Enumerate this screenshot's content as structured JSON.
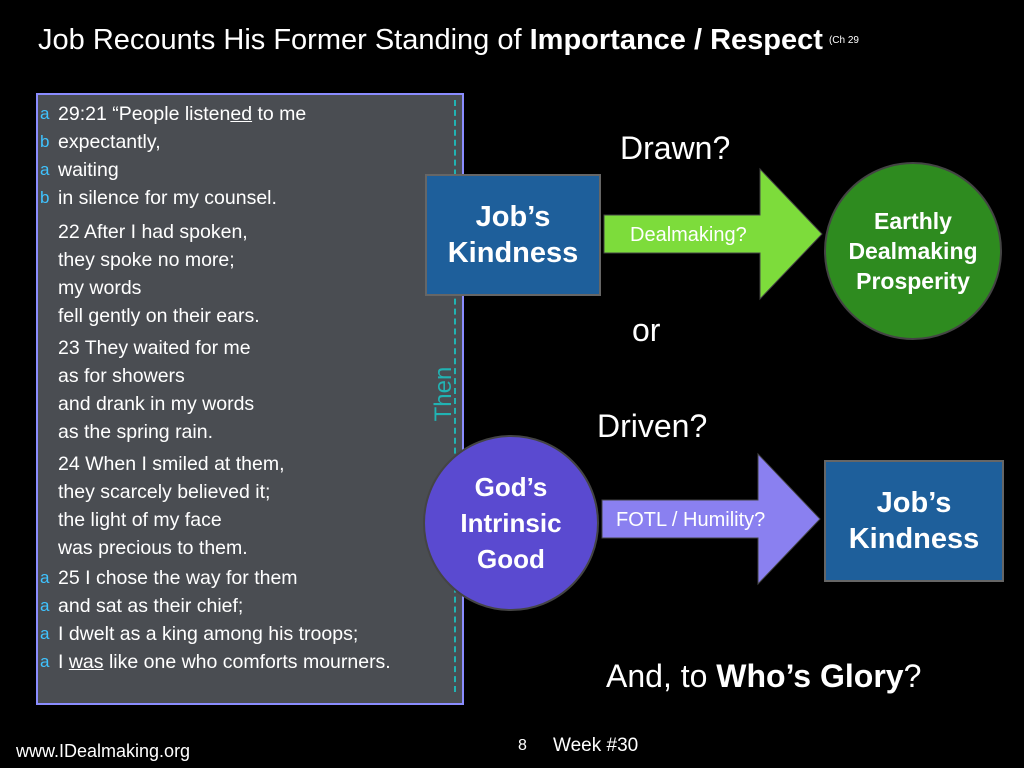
{
  "title": {
    "main": "Job Recounts His Former Standing of ",
    "bold": "Importance / Respect",
    "chapter": "(Ch 29"
  },
  "scripture": {
    "side_label": "Then",
    "lines": [
      {
        "marker": "a",
        "pre": "29:21 “People listen",
        "u": "ed",
        "post": " to me"
      },
      {
        "marker": "b",
        "pre": "expectantly,",
        "u": "",
        "post": ""
      },
      {
        "marker": "a",
        "pre": "waiting",
        "u": "",
        "post": ""
      },
      {
        "marker": "b",
        "pre": "in silence for my counsel.",
        "u": "",
        "post": ""
      },
      {
        "marker": "",
        "pre": "22 After I had spoken,",
        "u": "",
        "post": ""
      },
      {
        "marker": "",
        "pre": "they spoke no more;",
        "u": "",
        "post": ""
      },
      {
        "marker": "",
        "pre": "my words",
        "u": "",
        "post": ""
      },
      {
        "marker": "",
        "pre": "fell gently on their ears.",
        "u": "",
        "post": ""
      },
      {
        "marker": "",
        "pre": "23 They waited for me",
        "u": "",
        "post": ""
      },
      {
        "marker": "",
        "pre": "as for showers",
        "u": "",
        "post": ""
      },
      {
        "marker": "",
        "pre": "and drank in my words",
        "u": "",
        "post": ""
      },
      {
        "marker": "",
        "pre": "as the spring rain.",
        "u": "",
        "post": ""
      },
      {
        "marker": "",
        "pre": "24 When I smiled at them,",
        "u": "",
        "post": ""
      },
      {
        "marker": "",
        "pre": "they scarcely believed it;",
        "u": "",
        "post": ""
      },
      {
        "marker": "",
        "pre": "the light of my face",
        "u": "",
        "post": ""
      },
      {
        "marker": "",
        "pre": "was precious to them.",
        "u": "",
        "post": ""
      },
      {
        "marker": "a",
        "pre": "25 I chose the way for them",
        "u": "",
        "post": ""
      },
      {
        "marker": "a",
        "pre": "and sat as their chief;",
        "u": "",
        "post": ""
      },
      {
        "marker": "a",
        "pre": "I dwelt as a king among his troops;",
        "u": "",
        "post": ""
      },
      {
        "marker": "a",
        "pre": "I ",
        "u": "was",
        "post": " like one who comforts mourners."
      }
    ]
  },
  "top_flow": {
    "question": "Drawn?",
    "source_box": "Job’s Kindness",
    "arrow_label": "Dealmaking?",
    "target_circle_lines": [
      "Earthly",
      "Dealmaking",
      "Prosperity"
    ]
  },
  "or_label": "or",
  "bottom_flow": {
    "question": "Driven?",
    "source_circle_lines": [
      "God’s",
      "Intrinsic",
      "Good"
    ],
    "arrow_label": "FOTL / Humility?",
    "target_box": "Job’s Kindness"
  },
  "closing": {
    "pre": "And, to ",
    "bold": "Who’s Glory",
    "post": "?"
  },
  "footer": {
    "url": "www.IDealmaking.org",
    "page": "8",
    "week": "Week #30"
  },
  "colors": {
    "blue_box": "#1e5f9b",
    "green_arrow": "#7ddc3b",
    "green_circle": "#2e8b1f",
    "purple_arrow": "#8a80f0",
    "purple_circle": "#5a4ad0",
    "then_teal": "#21b3b3",
    "marker_blue": "#3fc3ff"
  }
}
